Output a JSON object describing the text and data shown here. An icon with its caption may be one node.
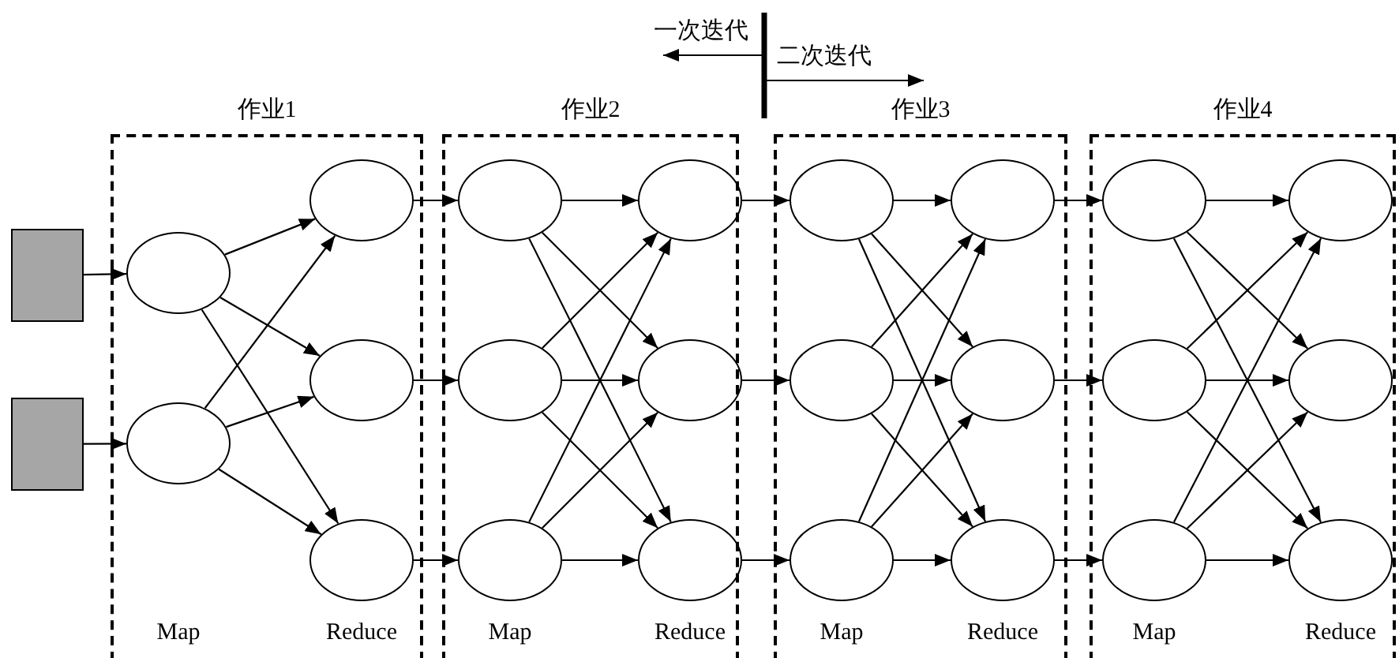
{
  "diagram": {
    "nodes": [
      {
        "text": [],
        "shape": "box"
      },
      {
        "text": [],
        "shape": "box"
      },
      {
        "text": [
          "作业1",
          "Map",
          "Reduce"
        ]
      },
      {
        "text": [],
        "shape": "ellipse",
        "in": 2
      },
      {
        "text": [],
        "shape": "ellipse",
        "in": 2
      },
      {
        "text": [],
        "shape": "ellipse",
        "in": 2
      },
      {
        "text": [],
        "shape": "ellipse",
        "in": 2
      },
      {
        "text": [],
        "shape": "ellipse",
        "in": 2
      },
      {
        "text": [
          "作业2",
          "Map",
          "Reduce"
        ]
      },
      {
        "text": [],
        "shape": "ellipse",
        "in": 8
      },
      {
        "text": [],
        "shape": "ellipse",
        "in": 8
      },
      {
        "text": [],
        "shape": "ellipse",
        "in": 8
      },
      {
        "text": [],
        "shape": "ellipse",
        "in": 8
      },
      {
        "text": [],
        "shape": "ellipse",
        "in": 8
      },
      {
        "text": [],
        "shape": "ellipse",
        "in": 8
      },
      {
        "text": [
          "作业3",
          "Map",
          "Reduce"
        ]
      },
      {
        "text": [],
        "shape": "ellipse",
        "in": 15
      },
      {
        "text": [],
        "shape": "ellipse",
        "in": 15
      },
      {
        "text": [],
        "shape": "ellipse",
        "in": 15
      },
      {
        "text": [],
        "shape": "ellipse",
        "in": 15
      },
      {
        "text": [],
        "shape": "ellipse",
        "in": 15
      },
      {
        "text": [],
        "shape": "ellipse",
        "in": 15
      },
      {
        "text": [
          "作业4",
          "Map",
          "Reduce"
        ]
      },
      {
        "text": [],
        "shape": "ellipse",
        "in": 22
      },
      {
        "text": [],
        "shape": "ellipse",
        "in": 22
      },
      {
        "text": [],
        "shape": "ellipse",
        "in": 22
      },
      {
        "text": [],
        "shape": "ellipse",
        "in": 22
      },
      {
        "text": [],
        "shape": "ellipse",
        "in": 22
      },
      {
        "text": [],
        "shape": "ellipse",
        "in": 22
      }
    ],
    "edges": [
      {
        "from": 0,
        "to": 3,
        "arrow": "to"
      },
      {
        "from": 1,
        "to": 4,
        "arrow": "to"
      },
      {
        "from": 3,
        "to": 5,
        "arrow": "to"
      },
      {
        "from": 3,
        "to": 6,
        "arrow": "to"
      },
      {
        "from": 3,
        "to": 7,
        "arrow": "to"
      },
      {
        "from": 4,
        "to": 5,
        "arrow": "to"
      },
      {
        "from": 4,
        "to": 6,
        "arrow": "to"
      },
      {
        "from": 4,
        "to": 7,
        "arrow": "to"
      },
      {
        "from": 5,
        "to": 9,
        "arrow": "to"
      },
      {
        "from": 6,
        "to": 10,
        "arrow": "to"
      },
      {
        "from": 7,
        "to": 11,
        "arrow": "to"
      },
      {
        "from": 9,
        "to": 12,
        "arrow": "to"
      },
      {
        "from": 9,
        "to": 13,
        "arrow": "to"
      },
      {
        "from": 9,
        "to": 14,
        "arrow": "to"
      },
      {
        "from": 10,
        "to": 12,
        "arrow": "to"
      },
      {
        "from": 10,
        "to": 13,
        "arrow": "to"
      },
      {
        "from": 10,
        "to": 14,
        "arrow": "to"
      },
      {
        "from": 11,
        "to": 12,
        "arrow": "to"
      },
      {
        "from": 11,
        "to": 13,
        "arrow": "to"
      },
      {
        "from": 11,
        "to": 14,
        "arrow": "to"
      },
      {
        "from": 12,
        "to": 16,
        "arrow": "to"
      },
      {
        "from": 13,
        "to": 17,
        "arrow": "to"
      },
      {
        "from": 14,
        "to": 18,
        "arrow": "to"
      },
      {
        "from": 16,
        "to": 19,
        "arrow": "to"
      },
      {
        "from": 16,
        "to": 20,
        "arrow": "to"
      },
      {
        "from": 16,
        "to": 21,
        "arrow": "to"
      },
      {
        "from": 17,
        "to": 19,
        "arrow": "to"
      },
      {
        "from": 17,
        "to": 20,
        "arrow": "to"
      },
      {
        "from": 17,
        "to": 21,
        "arrow": "to"
      },
      {
        "from": 18,
        "to": 19,
        "arrow": "to"
      },
      {
        "from": 18,
        "to": 20,
        "arrow": "to"
      },
      {
        "from": 18,
        "to": 21,
        "arrow": "to"
      },
      {
        "from": 19,
        "to": 23,
        "arrow": "to"
      },
      {
        "from": 20,
        "to": 24,
        "arrow": "to"
      },
      {
        "from": 21,
        "to": 25,
        "arrow": "to"
      },
      {
        "from": 23,
        "to": 26,
        "arrow": "to"
      },
      {
        "from": 23,
        "to": 27,
        "arrow": "to"
      },
      {
        "from": 23,
        "to": 28,
        "arrow": "to"
      },
      {
        "from": 24,
        "to": 26,
        "arrow": "to"
      },
      {
        "from": 24,
        "to": 27,
        "arrow": "to"
      },
      {
        "from": 24,
        "to": 28,
        "arrow": "to"
      },
      {
        "from": 25,
        "to": 26,
        "arrow": "to"
      },
      {
        "from": 25,
        "to": 27,
        "arrow": "to"
      },
      {
        "from": 25,
        "to": 28,
        "arrow": "to"
      }
    ],
    "labels": [
      "一次迭代",
      "二次迭代"
    ]
  }
}
